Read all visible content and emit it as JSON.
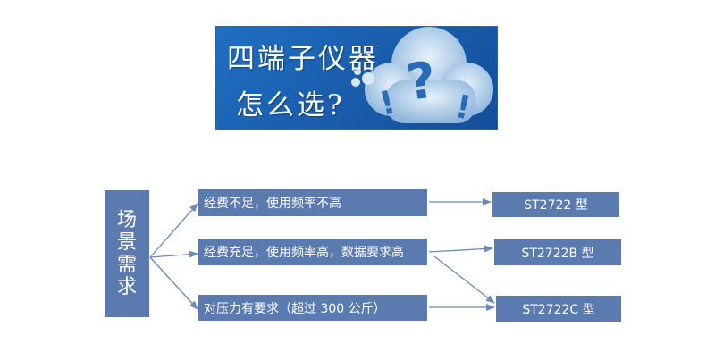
{
  "banner": {
    "line1": "四端子仪器",
    "line2": "怎么选?",
    "bg_color": "#1b5fae",
    "icons": [
      "question-mark-icon",
      "exclamation-mark-icon",
      "cloud-icon"
    ]
  },
  "scene": {
    "label": "场景需求"
  },
  "conditions": [
    "经费不足，使用频率不高",
    "经费充足，使用频率高，数据要求高",
    "对压力有要求（超过 300 公斤）"
  ],
  "models": [
    "ST2722 型",
    "ST2722B 型",
    "ST2722C 型"
  ],
  "colors": {
    "box_fill": "#5a7ab0",
    "arrow": "#6a8ab8",
    "text": "#ffffff"
  }
}
